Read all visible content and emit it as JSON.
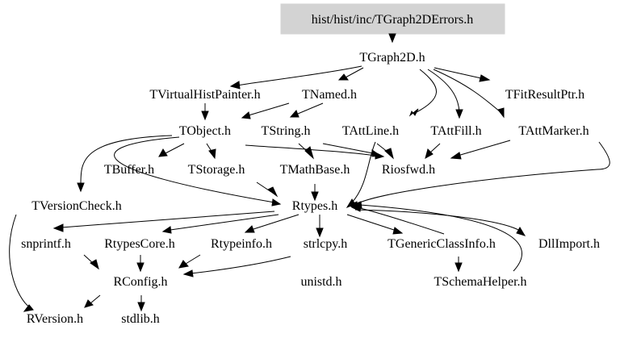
{
  "root": "hist/hist/inc/TGraph2DErrors.h",
  "nodes": {
    "tgraph2d": "TGraph2D.h",
    "tvirtualhistpainter": "TVirtualHistPainter.h",
    "tnamed": "TNamed.h",
    "tfitresultptr": "TFitResultPtr.h",
    "tobject": "TObject.h",
    "tstring": "TString.h",
    "tattline": "TAttLine.h",
    "tattfill": "TAttFill.h",
    "tattmarker": "TAttMarker.h",
    "tbuffer": "TBuffer.h",
    "tstorage": "TStorage.h",
    "tmathbase": "TMathBase.h",
    "riosfwd": "Riosfwd.h",
    "tversioncheck": "TVersionCheck.h",
    "rtypes": "Rtypes.h",
    "snprintf": "snprintf.h",
    "rtypescore": "RtypesCore.h",
    "rtypeinfo": "Rtypeinfo.h",
    "strlcpy": "strlcpy.h",
    "tgenericclassinfo": "TGenericClassInfo.h",
    "dllimport": "DllImport.h",
    "rconfig": "RConfig.h",
    "unistd": "unistd.h",
    "tschemahelper": "TSchemaHelper.h",
    "rversion": "RVersion.h",
    "stdlib": "stdlib.h"
  }
}
